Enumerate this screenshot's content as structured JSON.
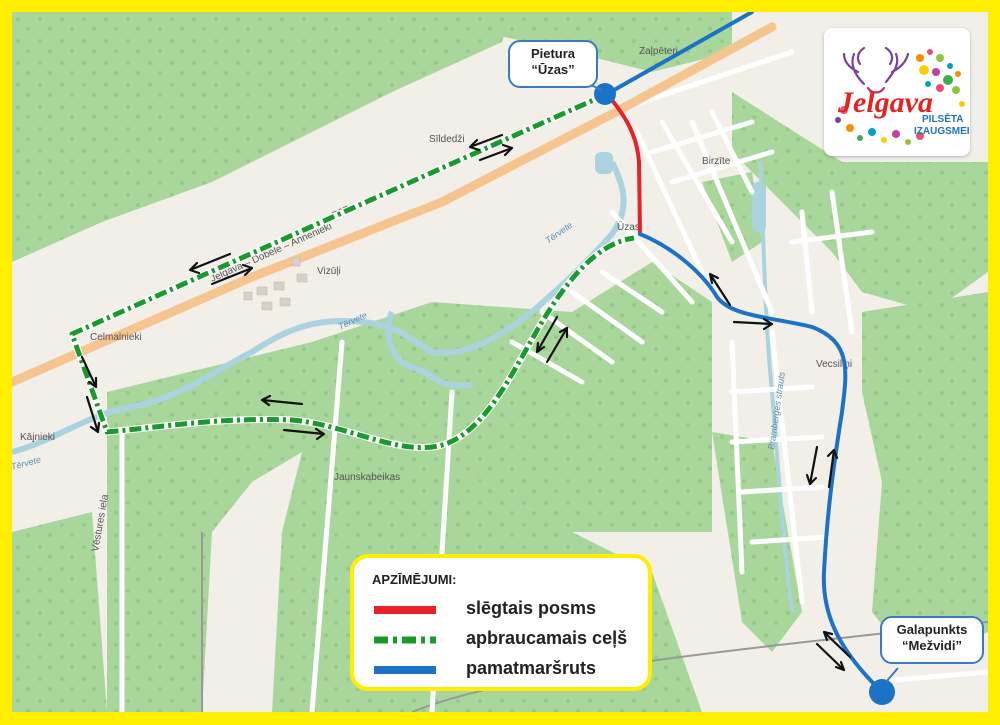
{
  "places": {
    "zalpeteri": "Zaļpēteri",
    "sildedzi": "Sīldedži",
    "birzite": "Birzīte",
    "uzas": "Ūzas",
    "vizuli": "Vizūļi",
    "celmalnieki": "Celmalnieki",
    "kajnieki": "Kājnieki",
    "jaunskabeikas": "Jaunskabeikas",
    "vecsilini": "Vecsiliņi"
  },
  "roads": {
    "main_road": "Jelgava – Dobele – Annenieki",
    "road_number": "P97",
    "vestura_iela": "Vēstures iela",
    "brambergu_strauts": "Bramberģes strauts"
  },
  "rivers": {
    "tervete_1": "Tērvete",
    "tervete_2": "Tērvete",
    "tervete_3": "Tērvete"
  },
  "callouts": {
    "start_stop": {
      "line1": "Pietura",
      "line2": "“Ūzas”"
    },
    "end_stop": {
      "line1": "Galapunkts",
      "line2": "“Mežvidi”"
    }
  },
  "logo": {
    "brand": "Jelgava",
    "tagline_1": "PILSĒTA",
    "tagline_2": "IZAUGSMEI"
  },
  "legend": {
    "title": "APZĪMĒJUMI:",
    "items": [
      {
        "label": "slēgtais posms",
        "color": "#e8202a",
        "style": "solid"
      },
      {
        "label": "apbraucamais ceļš",
        "color": "#1a9a2e",
        "style": "dash-dot"
      },
      {
        "label": "pamatmaršruts",
        "color": "#1c72c4",
        "style": "solid"
      }
    ]
  },
  "colors": {
    "frame": "#ffee00",
    "forest": "#a8d59a",
    "background": "#f2efe9",
    "water": "#aad3df",
    "road": "#f6c58f"
  }
}
